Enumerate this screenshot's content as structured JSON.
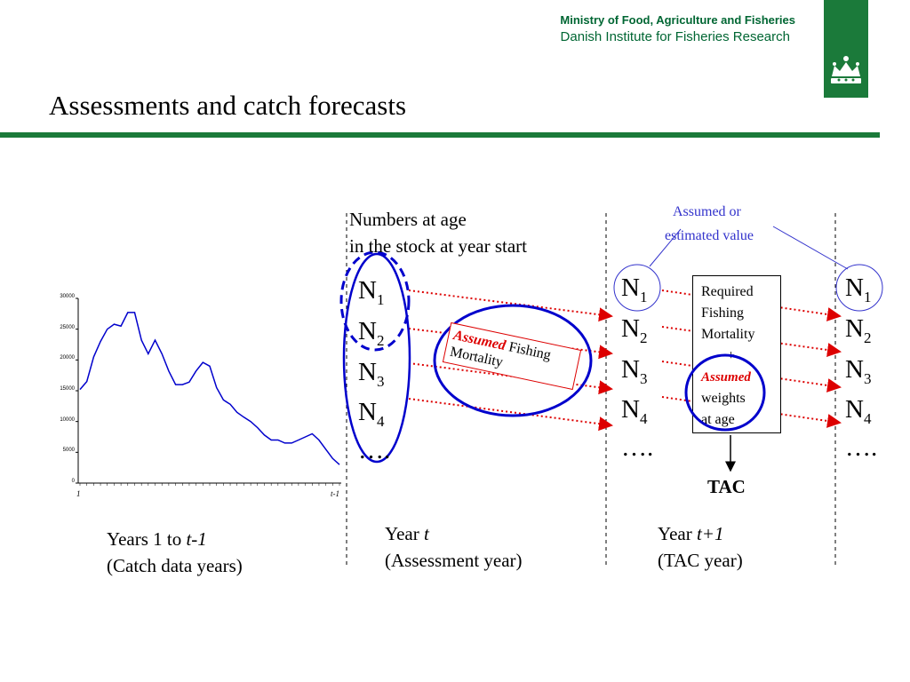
{
  "header": {
    "ministry": "Ministry of Food, Agriculture and Fisheries",
    "institute": "Danish Institute for Fisheries Research"
  },
  "title": "Assessments and catch forecasts",
  "chart_data": {
    "type": "line",
    "x": [
      1,
      2,
      3,
      4,
      5,
      6,
      7,
      8,
      9,
      10,
      11,
      12,
      13,
      14,
      15,
      16,
      17,
      18,
      19,
      20,
      21,
      22,
      23,
      24,
      25,
      26,
      27,
      28,
      29,
      30,
      31,
      32,
      33,
      34,
      35,
      36,
      37,
      38,
      39,
      40,
      41
    ],
    "values": [
      15200,
      16500,
      20500,
      23000,
      25000,
      25800,
      25500,
      27700,
      27700,
      23200,
      21000,
      23200,
      21000,
      18200,
      16000,
      16000,
      16400,
      18200,
      19600,
      19000,
      15500,
      13500,
      12800,
      11500,
      10700,
      10000,
      9000,
      7800,
      7000,
      7000,
      6500,
      6500,
      7000,
      7500,
      8000,
      7000,
      5500,
      4000,
      3000
    ],
    "xtick_labels": [
      "1",
      "t-1"
    ],
    "yticks": [
      "0",
      "5000",
      "10000",
      "15000",
      "20000",
      "25000",
      "30000"
    ],
    "ylim": [
      0,
      30000
    ],
    "color": "#0000cc"
  },
  "labels": {
    "numbers_line1": "Numbers at age",
    "numbers_line2": "in the stock at year start",
    "assumed_line1": "Assumed or",
    "assumed_line2": "estimated value",
    "assumed_word": "Assumed",
    "fishing_word": "Fishing",
    "mortality_word": "Mortality",
    "required_1": "Required",
    "required_2": "Fishing",
    "required_3": "Mortality",
    "plus": "+",
    "weights_1": "weights",
    "weights_2": "at age",
    "tac": "TAC",
    "years_prefix": "Years 1 to ",
    "years_italic": "t-1",
    "catch_years": "(Catch data years)",
    "year_prefix": "Year ",
    "year_t": "t",
    "assessment_year": "(Assessment year)",
    "year_t1": "t+1",
    "tac_year": "(TAC year)",
    "n_letter": "N",
    "ellipsis": "…."
  },
  "ages": [
    "1",
    "2",
    "3",
    "4"
  ],
  "colors": {
    "green": "#1b7a3a",
    "blue": "#0000cc",
    "red": "#dd0000",
    "annotation_blue": "#3333cc"
  }
}
